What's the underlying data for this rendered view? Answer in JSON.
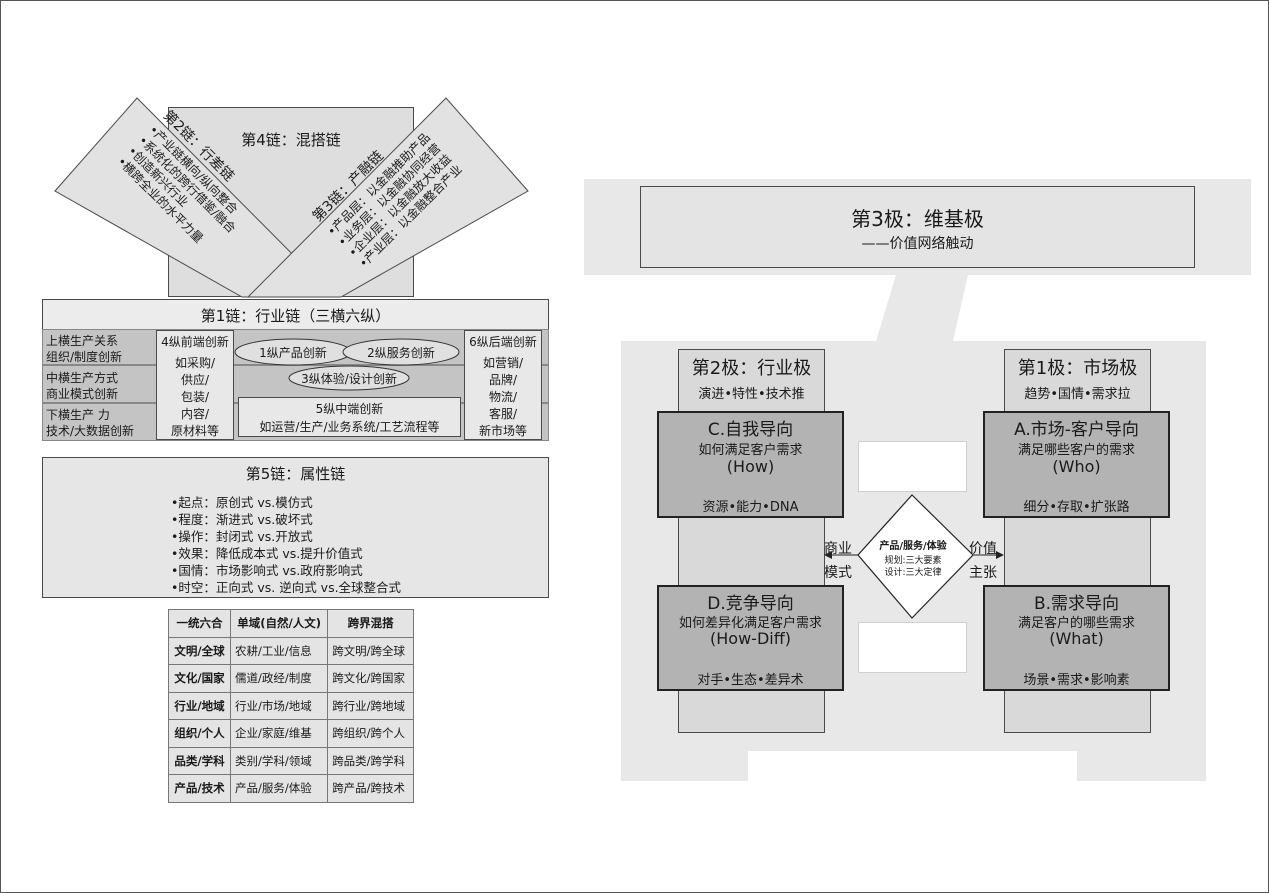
{
  "chain4": {
    "title": "第4链：混搭链"
  },
  "chain2": {
    "title": "第2链：行差链",
    "lines": [
      "•产业链横向/纵向整合",
      "•系统化的跨行借鉴/融合",
      "•创造新兴行业",
      "•横跨全业的水平力量"
    ]
  },
  "chain3": {
    "title": "第3链：产融链",
    "lines": [
      "•产品层：以金融推助产品",
      "•业务层：以金融协同经营",
      "•企业层：以金融放大收益",
      "•产业层：以金融整合产业"
    ]
  },
  "chain1": {
    "title": "第1链：行业链（三横六纵）",
    "rows": [
      [
        "上横生产关系",
        "组织/制度创新"
      ],
      [
        "中横生产方式",
        "商业模式创新"
      ],
      [
        "下横生产 力",
        "技术/大数据创新"
      ]
    ],
    "front": {
      "title": "4纵前端创新",
      "lines": [
        "如采购/",
        "供应/",
        "包装/",
        "内容/",
        "原材料等"
      ]
    },
    "ovals": [
      "1纵产品创新",
      "2纵服务创新",
      "3纵体验/设计创新"
    ],
    "mid": {
      "title": "5纵中端创新",
      "sub": "如运营/生产/业务系统/工艺流程等"
    },
    "back": {
      "title": "6纵后端创新",
      "lines": [
        "如营销/",
        "品牌/",
        "物流/",
        "客服/",
        "新市场等"
      ]
    }
  },
  "chain5": {
    "title": "第5链：属性链",
    "lines": [
      "•起点：原创式 vs.模仿式",
      "•程度：渐进式 vs.破坏式",
      "•操作：封闭式 vs.开放式",
      "•效果：降低成本式 vs.提升价值式",
      "•国情：市场影响式 vs.政府影响式",
      "•时空：正向式 vs. 逆向式 vs.全球整合式"
    ]
  },
  "table": {
    "header": [
      "一统六合",
      "单域(自然/人文)",
      "跨界混搭"
    ],
    "rows": [
      [
        "文明/全球",
        "农耕/工业/信息",
        "跨文明/跨全球"
      ],
      [
        "文化/国家",
        "儒道/政经/制度",
        "跨文化/跨国家"
      ],
      [
        "行业/地域",
        "行业/市场/地域",
        "跨行业/跨地域"
      ],
      [
        "组织/个人",
        "企业/家庭/维基",
        "跨组织/跨个人"
      ],
      [
        "品类/学科",
        "类别/学科/领域",
        "跨品类/跨学科"
      ],
      [
        "产品/技术",
        "产品/服务/体验",
        "跨产品/跨技术"
      ]
    ]
  },
  "pole3": {
    "title": "第3极：维基极",
    "sub": "——价值网络触动"
  },
  "pole2": {
    "title": "第2极：行业极",
    "sub": "演进•特性•技术推"
  },
  "pole1": {
    "title": "第1极：市场极",
    "sub": "趋势•国情•需求拉"
  },
  "boxC": {
    "title": "C.自我导向",
    "q": "如何满足客户需求",
    "en": "(How)",
    "foot": "资源•能力•DNA"
  },
  "boxA": {
    "title": "A.市场-客户导向",
    "q": "满足哪些客户的需求",
    "en": "(Who)",
    "foot": "细分•存取•扩张路"
  },
  "boxD": {
    "title": "D.竞争导向",
    "q": "如何差异化满足客户需求",
    "en": "(How-Diff)",
    "foot": "对手•生态•差异术"
  },
  "boxB": {
    "title": "B.需求导向",
    "q": "满足客户的哪些需求",
    "en": "(What)",
    "foot": "场景•需求•影响素"
  },
  "diamond": {
    "title": "产品/服务/体验",
    "l1": "规划:三大要素",
    "l2": "设计:三大定律"
  },
  "leftLabel": [
    "商业",
    "模式"
  ],
  "rightLabel": [
    "价值",
    "主张"
  ]
}
